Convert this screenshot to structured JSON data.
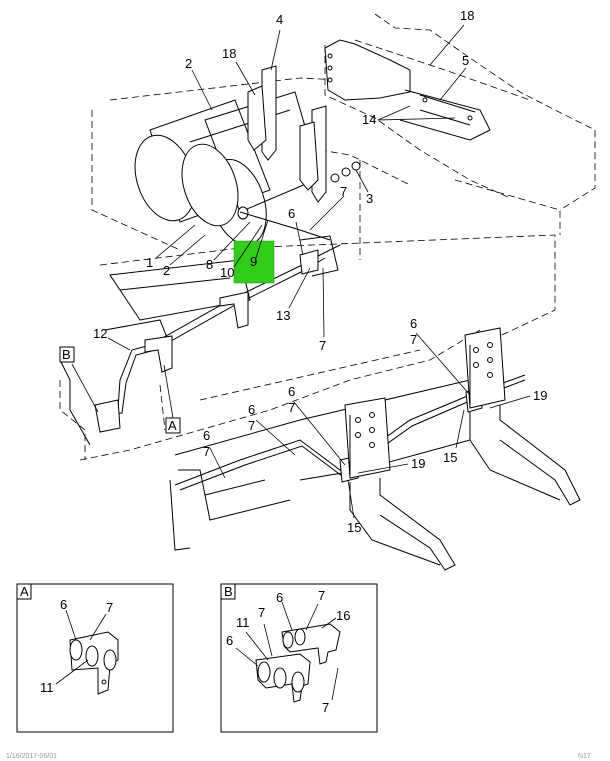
{
  "callouts": {
    "c18_top": "18",
    "c4": "4",
    "c2_top": "2",
    "c18_mid": "18",
    "c5": "5",
    "c14": "14",
    "c3": "3",
    "c7_top": "7",
    "c6_top": "6",
    "c1": "1",
    "c2_low": "2",
    "c8": "8",
    "c10": "10",
    "c9": "9",
    "c13": "13",
    "c7_mid": "7",
    "c12": "12",
    "c6_r": "6",
    "c7_r": "7",
    "c19_r": "19",
    "c15_r": "15",
    "c6_c": "6",
    "c7_c": "7",
    "c6_l2": "6",
    "c7_l2": "7",
    "c6_l1": "6",
    "c7_l1": "7",
    "c19_c": "19",
    "c15_c": "15"
  },
  "view_refs": {
    "ref_b": "B",
    "ref_a": "A"
  },
  "detail_a": {
    "label": "A",
    "c6": "6",
    "c7": "7",
    "c11": "11"
  },
  "detail_b": {
    "label": "B",
    "c6_top": "6",
    "c7_top": "7",
    "c16": "16",
    "c11": "11",
    "c7_mid": "7",
    "c6_left": "6",
    "c7_bottom": "7"
  },
  "footer": {
    "left": "1/16/2017-06/01",
    "right": "N17"
  },
  "highlight_color": "#33cc1a"
}
